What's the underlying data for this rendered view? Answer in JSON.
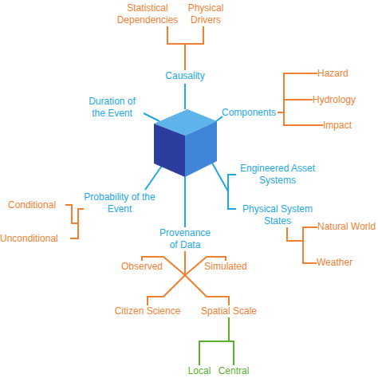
{
  "diagram": {
    "nodes": [
      {
        "text": [
          "Statistical Dependencies"
        ]
      },
      {
        "text": [
          "Physical Drivers"
        ]
      },
      {
        "text": [
          "Causality"
        ]
      },
      {
        "text": [
          "Hazard"
        ]
      },
      {
        "text": [
          "Duration of the Event"
        ]
      },
      {
        "text": [
          "Components"
        ]
      },
      {
        "text": [
          "Hydrology"
        ]
      },
      {
        "text": [
          "Impact"
        ]
      },
      {
        "text": [
          "Engineered Asset Systems"
        ]
      },
      {
        "text": [
          "Probability of the Event"
        ]
      },
      {
        "text": [
          "Conditional"
        ]
      },
      {
        "text": [
          "Physical System States"
        ]
      },
      {
        "text": [
          "Natural World"
        ]
      },
      {
        "text": [
          "Provenance of Data"
        ]
      },
      {
        "text": [
          "Unconditional"
        ]
      },
      {
        "text": [
          "Weather"
        ]
      },
      {
        "text": [
          "Observed"
        ]
      },
      {
        "text": [
          "Simulated"
        ]
      },
      {
        "text": [
          "Citizen Science"
        ]
      },
      {
        "text": [
          "Spatial Scale"
        ]
      },
      {
        "text": [
          "Local"
        ]
      },
      {
        "text": [
          "Central"
        ]
      }
    ],
    "edges": [
      {
        "from": 2,
        "to": 0,
        "arrow": "none"
      },
      {
        "from": 2,
        "to": 1,
        "arrow": "none"
      },
      {
        "from": 5,
        "to": 3,
        "arrow": "none"
      },
      {
        "from": 5,
        "to": 6,
        "arrow": "none"
      },
      {
        "from": 5,
        "to": 7,
        "arrow": "none"
      },
      {
        "from": 11,
        "to": 12,
        "arrow": "none"
      },
      {
        "from": 11,
        "to": 15,
        "arrow": "none"
      },
      {
        "from": 9,
        "to": 10,
        "arrow": "none"
      },
      {
        "from": 9,
        "to": 14,
        "arrow": "none"
      },
      {
        "from": 13,
        "to": 16,
        "arrow": "none"
      },
      {
        "from": 13,
        "to": 17,
        "arrow": "none"
      },
      {
        "from": 13,
        "to": 18,
        "arrow": "none"
      },
      {
        "from": 13,
        "to": 19,
        "arrow": "none"
      },
      {
        "from": 19,
        "to": 20,
        "arrow": "none"
      },
      {
        "from": 19,
        "to": 21,
        "arrow": "none"
      }
    ]
  }
}
